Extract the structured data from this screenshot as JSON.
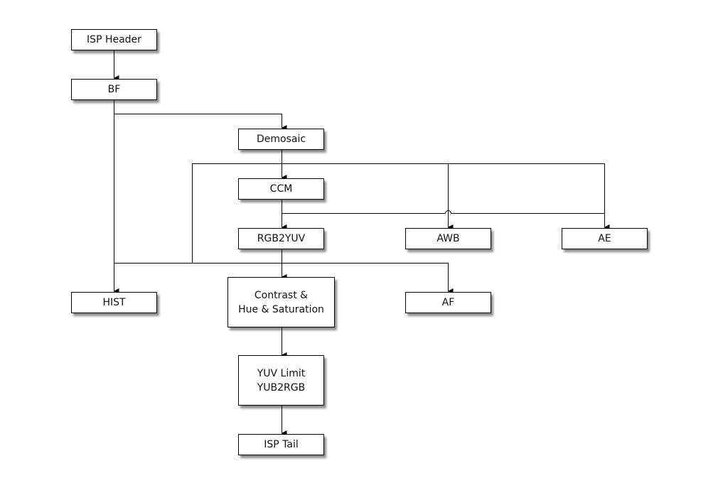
{
  "diagram": {
    "type": "flowchart",
    "nodes": [
      {
        "id": "isp_header",
        "label": "ISP Header"
      },
      {
        "id": "bf",
        "label": "BF"
      },
      {
        "id": "demosaic",
        "label": "Demosaic"
      },
      {
        "id": "ccm",
        "label": "CCM"
      },
      {
        "id": "rgb2yuv",
        "label": "RGB2YUV"
      },
      {
        "id": "awb",
        "label": "AWB"
      },
      {
        "id": "ae",
        "label": "AE"
      },
      {
        "id": "hist",
        "label": "HIST"
      },
      {
        "id": "contrast",
        "label": "Contrast &\nHue & Saturation"
      },
      {
        "id": "af",
        "label": "AF"
      },
      {
        "id": "yuvlimit",
        "label": "YUV Limit\nYUB2RGB"
      },
      {
        "id": "isp_tail",
        "label": "ISP Tail"
      }
    ],
    "edges": [
      {
        "from": "isp_header",
        "to": "bf"
      },
      {
        "from": "bf",
        "to": "demosaic"
      },
      {
        "from": "bf",
        "to": "hist"
      },
      {
        "from": "demosaic",
        "to": "ccm"
      },
      {
        "from": "demosaic",
        "to": "awb"
      },
      {
        "from": "demosaic",
        "to": "ae"
      },
      {
        "from": "demosaic",
        "to": "hist"
      },
      {
        "from": "ccm",
        "to": "rgb2yuv"
      },
      {
        "from": "ccm",
        "to": "awb"
      },
      {
        "from": "ccm",
        "to": "ae"
      },
      {
        "from": "rgb2yuv",
        "to": "contrast"
      },
      {
        "from": "rgb2yuv",
        "to": "af"
      },
      {
        "from": "rgb2yuv",
        "to": "hist"
      },
      {
        "from": "contrast",
        "to": "yuvlimit"
      },
      {
        "from": "yuvlimit",
        "to": "isp_tail"
      }
    ]
  }
}
